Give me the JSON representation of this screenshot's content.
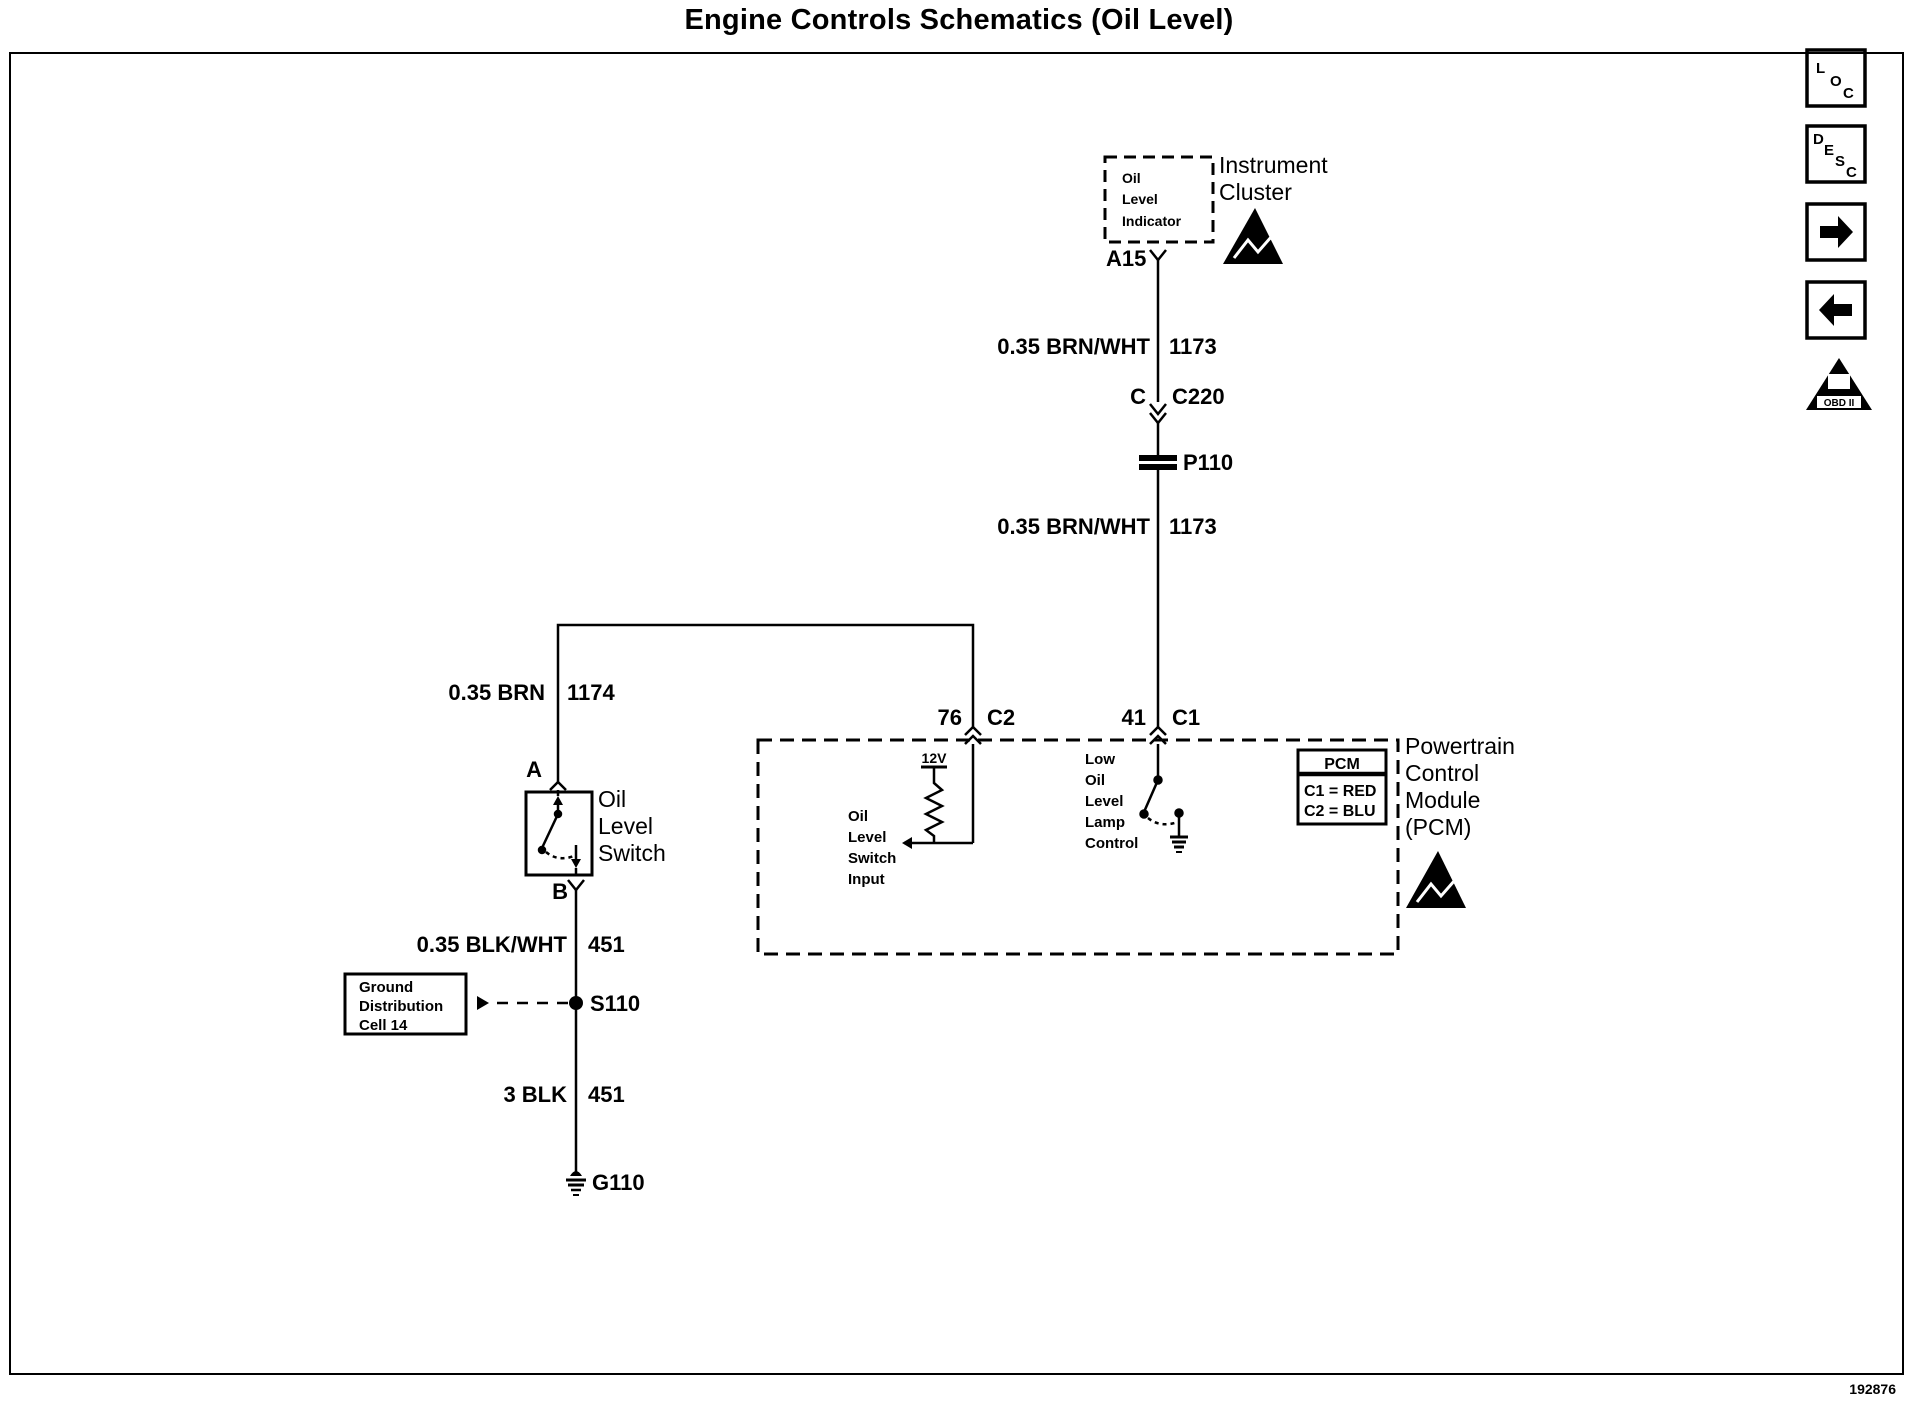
{
  "title": "Engine Controls Schematics (Oil Level)",
  "document_number": "192876",
  "nav": {
    "loc": {
      "l1": "L",
      "l2": "O",
      "l3": "C"
    },
    "desc": {
      "l1": "D",
      "l2": "E",
      "l3": "S",
      "l4": "C"
    },
    "next_icon": "arrow-right-icon",
    "prev_icon": "arrow-left-icon",
    "obd_badge": "OBD II"
  },
  "instrument_cluster": {
    "name_line1": "Instrument",
    "name_line2": "Cluster",
    "indicator_line1": "Oil",
    "indicator_line2": "Level",
    "indicator_line3": "Indicator",
    "terminal": "A15",
    "esd_icon": "esd-warning-icon"
  },
  "wires": {
    "w1173_upper": {
      "gauge_color": "0.35 BRN/WHT",
      "circuit": "1173"
    },
    "w1173_lower": {
      "gauge_color": "0.35 BRN/WHT",
      "circuit": "1173"
    },
    "w1174": {
      "gauge_color": "0.35 BRN",
      "circuit": "1174"
    },
    "w451_upper": {
      "gauge_color": "0.35 BLK/WHT",
      "circuit": "451"
    },
    "w451_lower": {
      "gauge_color": "3 BLK",
      "circuit": "451"
    }
  },
  "connectors": {
    "c220": {
      "pin": "C",
      "name": "C220"
    },
    "p110": {
      "name": "P110"
    },
    "pcm_c2": {
      "pin": "76",
      "name": "C2"
    },
    "pcm_c1": {
      "pin": "41",
      "name": "C1"
    }
  },
  "oil_level_switch": {
    "line1": "Oil",
    "line2": "Level",
    "line3": "Switch",
    "pin_a": "A",
    "pin_b": "B"
  },
  "pcm": {
    "name_line1": "Powertrain",
    "name_line2": "Control",
    "name_line3": "Module",
    "name_line4": "(PCM)",
    "legend_title": "PCM",
    "legend_c1": "C1 = RED",
    "legend_c2": "C2 = BLU",
    "voltage": "12V",
    "input_line1": "Oil",
    "input_line2": "Level",
    "input_line3": "Switch",
    "input_line4": "Input",
    "lamp_line1": "Low",
    "lamp_line2": "Oil",
    "lamp_line3": "Level",
    "lamp_line4": "Lamp",
    "lamp_line5": "Control"
  },
  "ground": {
    "splice": "S110",
    "ground_point": "G110",
    "ref_line1": "Ground",
    "ref_line2": "Distribution",
    "ref_line3": "Cell 14"
  }
}
